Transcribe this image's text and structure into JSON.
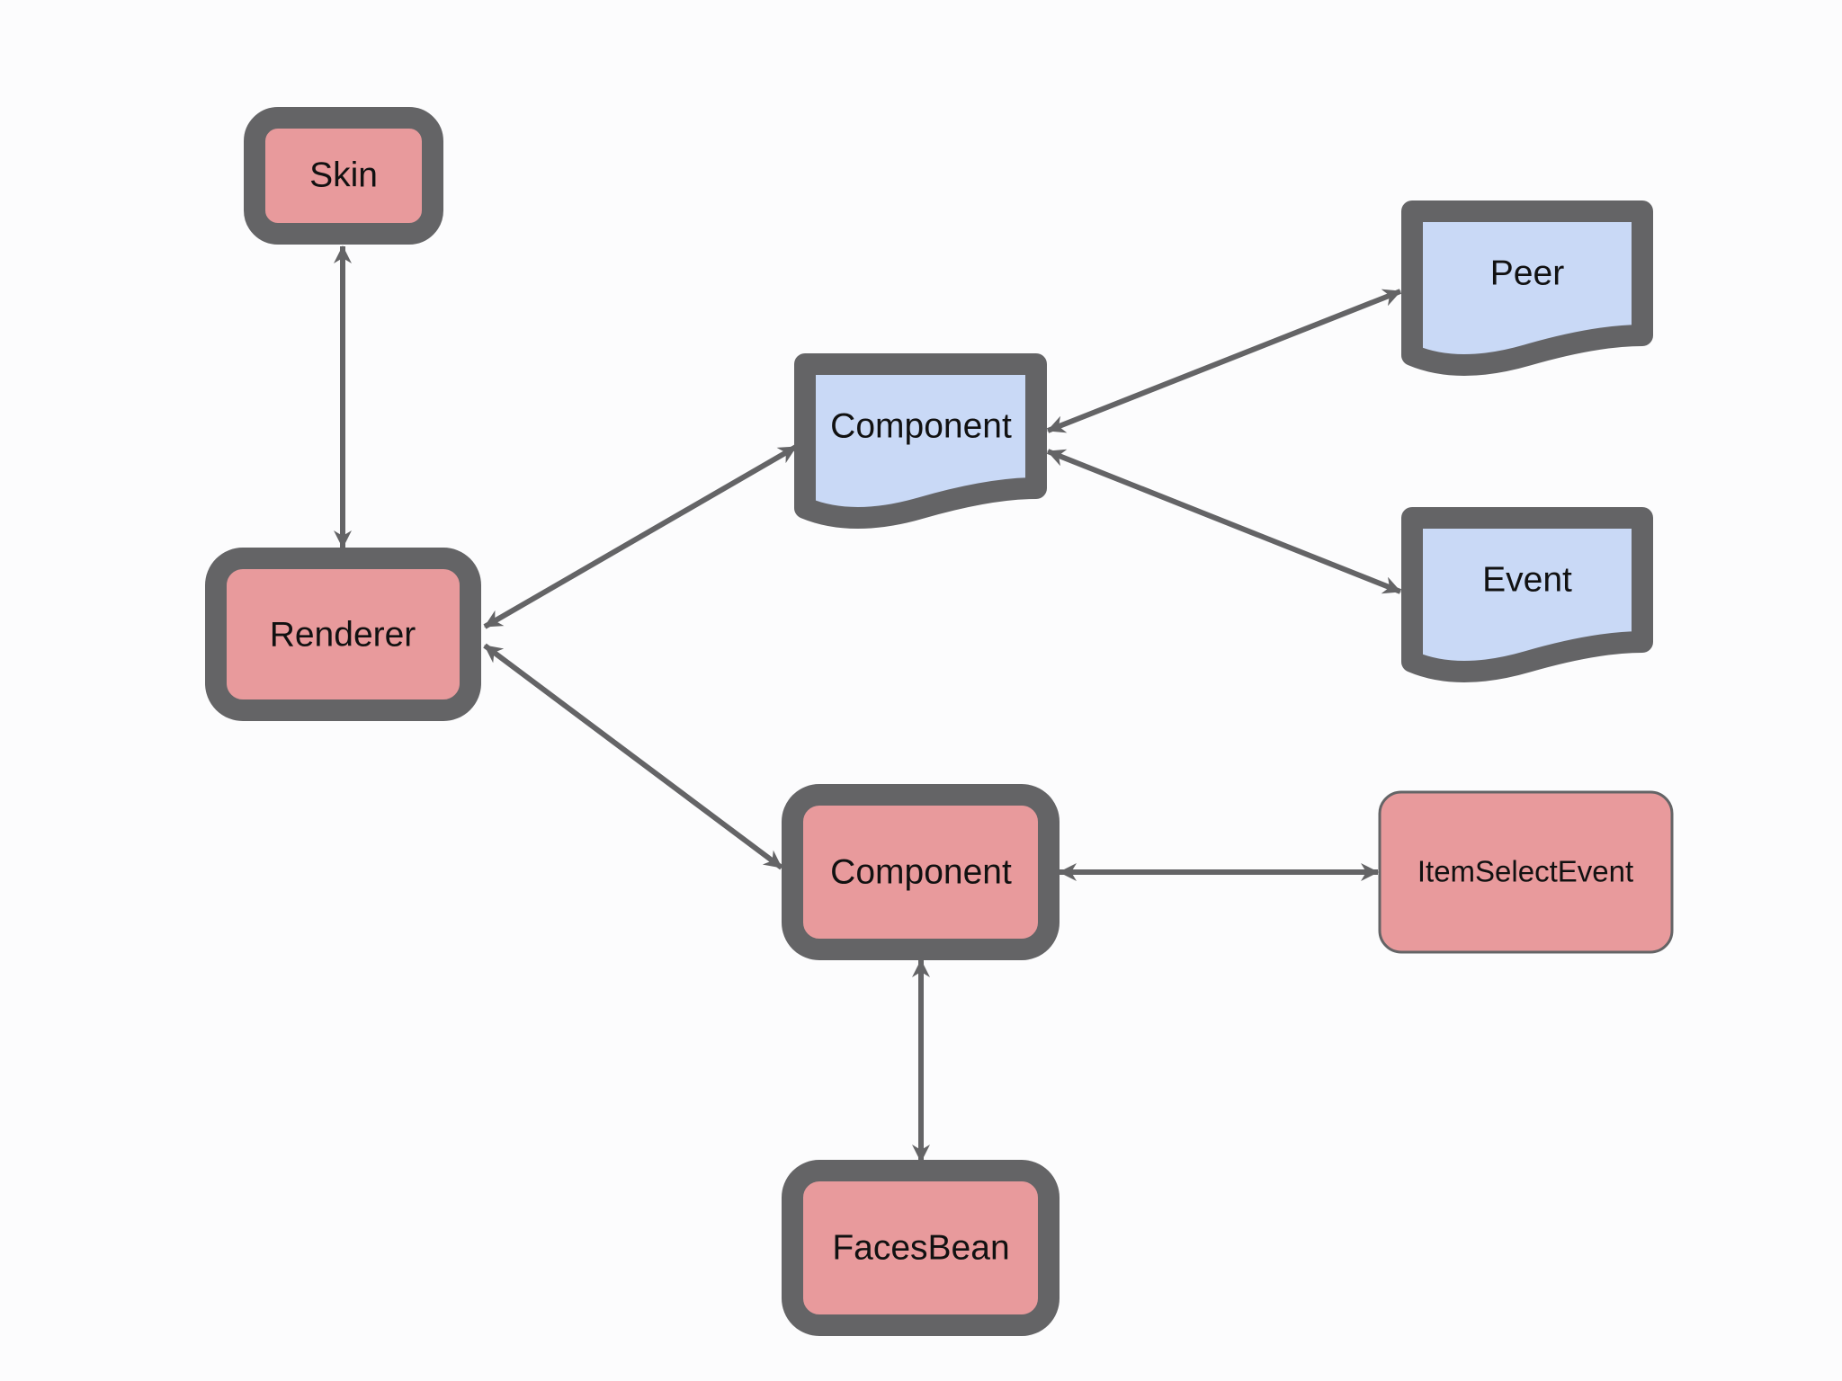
{
  "diagram": {
    "colors": {
      "background": "#fcfcfd",
      "border": "#646466",
      "renderkit_fill": "#e89a9c",
      "component_fill": "#c9d9f6",
      "edge": "#646466",
      "text": "#111111"
    },
    "nodes": {
      "skin": {
        "label": "Skin",
        "kind": "renderkit"
      },
      "renderer": {
        "label": "Renderer",
        "kind": "renderkit"
      },
      "component_doc": {
        "label": "Component",
        "kind": "document"
      },
      "peer": {
        "label": "Peer",
        "kind": "document"
      },
      "event": {
        "label": "Event",
        "kind": "document"
      },
      "component": {
        "label": "Component",
        "kind": "renderkit"
      },
      "item_select_event": {
        "label": "ItemSelectEvent",
        "kind": "renderkit"
      },
      "faces_bean": {
        "label": "FacesBean",
        "kind": "renderkit"
      }
    },
    "edges": [
      {
        "from": "skin",
        "to": "renderer",
        "direction": "both"
      },
      {
        "from": "renderer",
        "to": "component_doc",
        "direction": "both"
      },
      {
        "from": "renderer",
        "to": "component",
        "direction": "both"
      },
      {
        "from": "component_doc",
        "to": "peer",
        "direction": "both"
      },
      {
        "from": "component_doc",
        "to": "event",
        "direction": "both"
      },
      {
        "from": "component",
        "to": "item_select_event",
        "direction": "both"
      },
      {
        "from": "component",
        "to": "faces_bean",
        "direction": "both"
      }
    ]
  }
}
